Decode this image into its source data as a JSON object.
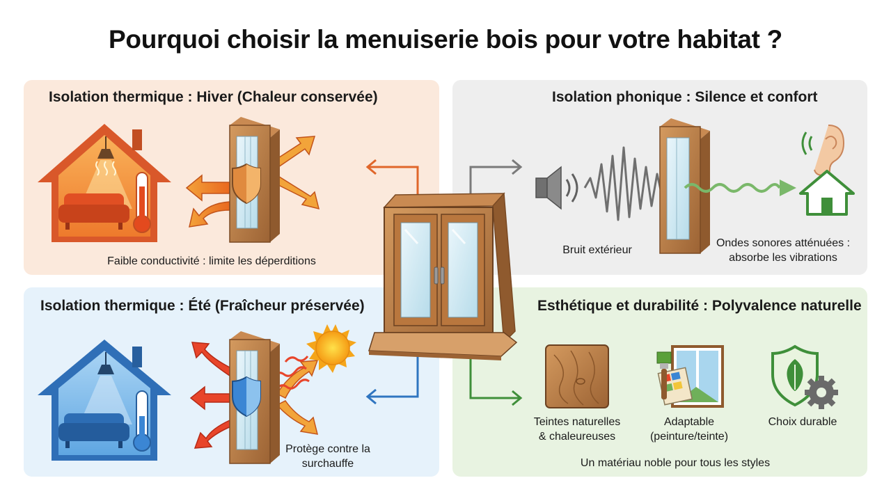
{
  "title": "Pourquoi choisir la menuiserie bois pour votre habitat ?",
  "panels": {
    "winter": {
      "title": "Isolation thermique : Hiver (Chaleur conservée)",
      "caption": "Faible conductivité : limite les déperditions",
      "color": "#e0662a"
    },
    "sound": {
      "title": "Isolation phonique : Silence et confort",
      "caption_noise": "Bruit extérieur",
      "caption_waves_line1": "Ondes sonores atténuées :",
      "caption_waves_line2": "absorbe les vibrations",
      "color": "#7a7a7a"
    },
    "summer": {
      "title": "Isolation thermique : Été (Fraîcheur préservée)",
      "caption_line1": "Protège contre la",
      "caption_line2": "surchauffe",
      "color": "#2f75c0"
    },
    "style": {
      "title": "Esthétique et durabilité : Polyvalence naturelle",
      "item1_line1": "Teintes naturelles",
      "item1_line2": "& chaleureuses",
      "item2_line1": "Adaptable",
      "item2_line2": "(peinture/teinte)",
      "item3": "Choix durable",
      "footer": "Un matériau noble pour tous les styles",
      "color": "#3f8f3a"
    }
  },
  "icons": [
    "house-icon",
    "sofa-icon",
    "lamp-icon",
    "thermometer-icon",
    "shield-icon",
    "sun-icon",
    "speaker-icon",
    "ear-icon",
    "wood-texture-icon",
    "paint-brush-icon",
    "leaf-shield-icon",
    "gear-icon",
    "wooden-window-icon"
  ]
}
